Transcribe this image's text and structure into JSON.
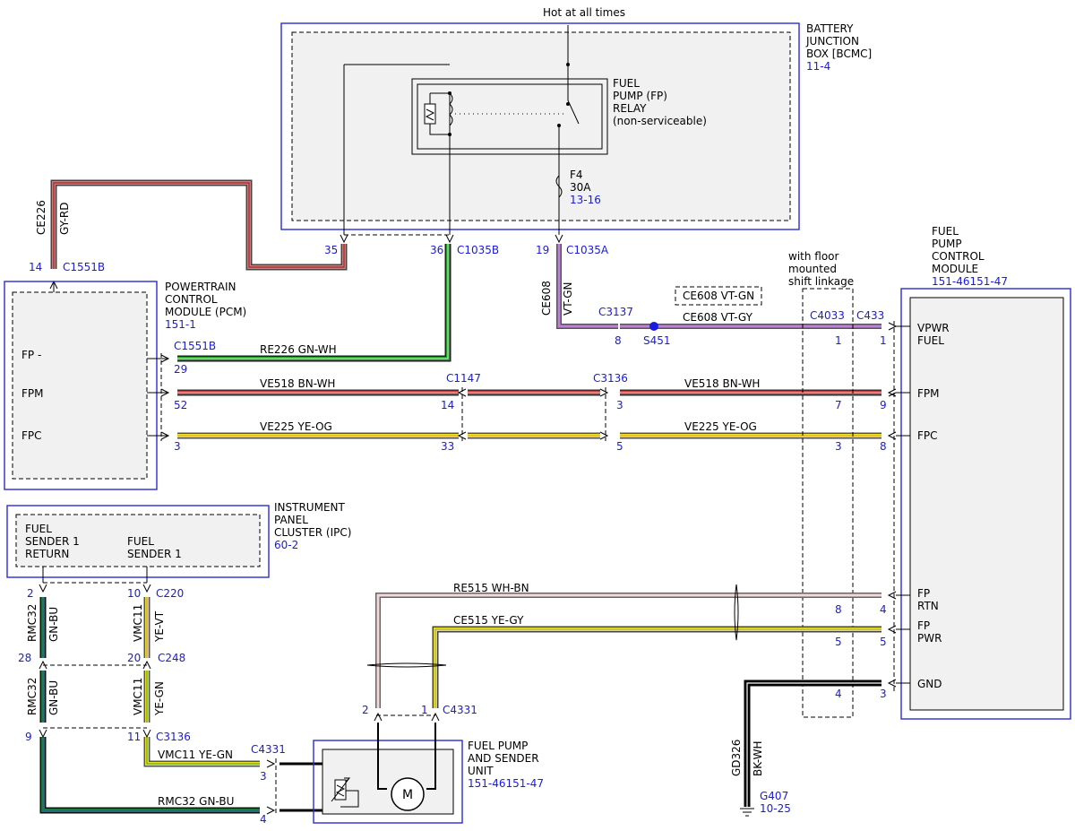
{
  "bjb": {
    "title_1": "BATTERY",
    "title_2": "JUNCTION",
    "title_3": "BOX [BCMC]",
    "ref": "11-4",
    "hot": "Hot at all times"
  },
  "relay": {
    "l1": "FUEL",
    "l2": "PUMP (FP)",
    "l3": "RELAY",
    "l4": "(non-serviceable)"
  },
  "fuse": {
    "name": "F4",
    "rating": "30A",
    "ref": "13-16"
  },
  "pcm": {
    "t1": "POWERTRAIN",
    "t2": "CONTROL",
    "t3": "MODULE (PCM)",
    "ref": "151-1",
    "pin_fpm_minus": "FP -",
    "pin_fpm": "FPM",
    "pin_fpc": "FPC"
  },
  "fpcm": {
    "t1": "FUEL",
    "t2": "PUMP",
    "t3": "CONTROL",
    "t4": "MODULE",
    "ref": "151-46151-47",
    "p_vpwr_1": "VPWR",
    "p_vpwr_2": "FUEL",
    "p_fpm": "FPM",
    "p_fpc": "FPC",
    "p_fprtn_1": "FP",
    "p_fprtn_2": "RTN",
    "p_fppwr_1": "FP",
    "p_fppwr_2": "PWR",
    "p_gnd": "GND"
  },
  "ipc": {
    "t1": "INSTRUMENT",
    "t2": "PANEL",
    "t3": "CLUSTER (IPC)",
    "ref": "60-2",
    "ret_1": "FUEL",
    "ret_2": "SENDER 1",
    "ret_3": "RETURN",
    "snd_1": "FUEL",
    "snd_2": "SENDER 1"
  },
  "sender": {
    "t1": "FUEL PUMP",
    "t2": "AND SENDER",
    "t3": "UNIT",
    "ref": "151-46151-47",
    "motor": "M"
  },
  "floor": {
    "l1": "with floor",
    "l2": "mounted",
    "l3": "shift linkage"
  },
  "ground": {
    "name": "G407",
    "ref": "10-25"
  },
  "splice": {
    "name": "S451"
  },
  "connectors": {
    "c1551b_top": "C1551B",
    "c1551b_left": "C1551B",
    "c1035b": "C1035B",
    "c1035a": "C1035A",
    "c3137": "C3137",
    "c1147": "C1147",
    "c3136_top": "C3136",
    "c4033": "C4033",
    "c433": "C433",
    "c220": "C220",
    "c248": "C248",
    "c3136_bot": "C3136",
    "c4331_right": "C4331",
    "c4331_left": "C4331"
  },
  "pins": {
    "p14_top": "14",
    "p35": "35",
    "p36": "36",
    "p19": "19",
    "p8": "8",
    "p29": "29",
    "p52": "52",
    "p3_pcm": "3",
    "p14_mid": "14",
    "p33": "33",
    "p3_c3136": "3",
    "p5_c3136": "5",
    "p1_c4033": "1",
    "p7_c4033": "7",
    "p3_c4033": "3",
    "p8_c4033": "8",
    "p5_c4033": "5",
    "p4_c4033": "4",
    "p1_c433": "1",
    "p9_c433": "9",
    "p8_c433": "8",
    "p4_c433": "4",
    "p5_c433": "5",
    "p3_c433": "3",
    "p2_c220": "2",
    "p10_c220": "10",
    "p28": "28",
    "p20": "20",
    "p9_c3136": "9",
    "p11_c3136": "11",
    "p2_c4331": "2",
    "p1_c4331": "1",
    "p3_c4331": "3",
    "p4_c4331": "4"
  },
  "wires": {
    "ce226": "CE226",
    "gy_rd": "GY-RD",
    "re226": "RE226  GN-WH",
    "ce608_v": "CE608",
    "vt_gn_v": "VT-GN",
    "ce608_alt": "CE608  VT-GN",
    "ce608_h": "CE608  VT-GY",
    "ve518_l": "VE518  BN-WH",
    "ve518_r": "VE518  BN-WH",
    "ve225_l": "VE225  YE-OG",
    "ve225_r": "VE225  YE-OG",
    "re515": "RE515     WH-BN",
    "ce515": "CE515     YE-GY",
    "rmc32_a": "RMC32",
    "gnbu_a": "GN-BU",
    "rmc32_b": "RMC32",
    "gnbu_b": "GN-BU",
    "vmc11_a": "VMC11",
    "yevt": "YE-VT",
    "vmc11_b": "VMC11",
    "yegn_b": "YE-GN",
    "vmc11_h": "VMC11    YE-GN",
    "rmc32_h": "RMC32    GN-BU",
    "gd326": "GD326",
    "bkwh": "BK-WH"
  },
  "colors": {
    "red": "#c0392b",
    "green": "#1e8a1e",
    "yellow": "#e8e020",
    "violet": "#b060c8",
    "wire_edge": "#444444",
    "label_blue": "#1a1ae0"
  }
}
